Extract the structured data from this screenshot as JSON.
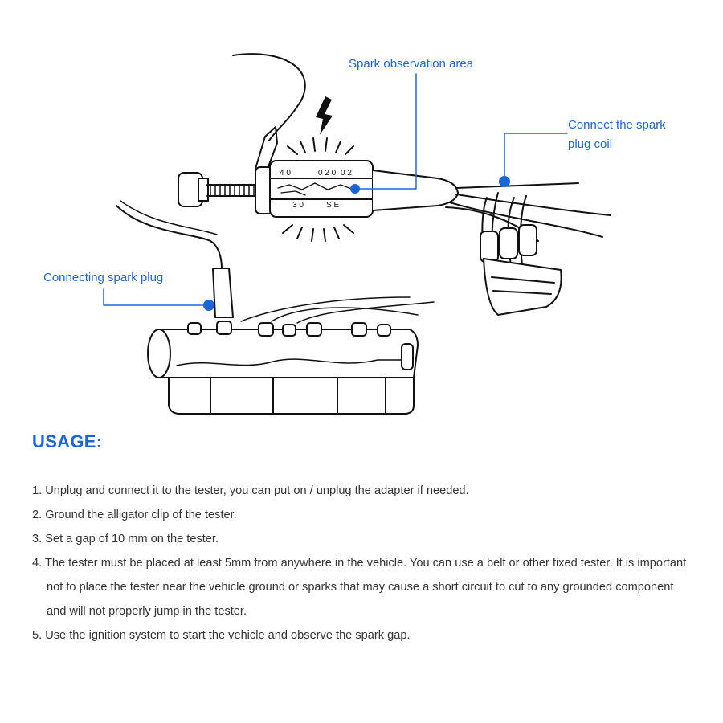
{
  "callouts": {
    "spark_observation": "Spark observation area",
    "coil_line1": "Connect the spark",
    "coil_line2": "plug coil",
    "spark_plug": "Connecting spark plug"
  },
  "tester_scale": {
    "top_left": "4 0",
    "top_mid": "0 2 0",
    "top_right": "0 2",
    "bottom_left": "3 0",
    "bottom_right": "S E"
  },
  "usage": {
    "heading": "USAGE:",
    "steps": [
      "1. Unplug and connect it to the tester, you can put on / unplug the adapter if needed.",
      "2. Ground the alligator clip of the tester.",
      "3. Set a gap of 10 mm on the tester.",
      "4. The tester must be placed at least 5mm from anywhere in the vehicle. You can use a belt or other fixed tester. It is important not to place the tester near the vehicle ground or sparks that may cause a short circuit to cut to any grounded component and will not properly jump in the tester.",
      "5. Use the ignition system to start the vehicle and observe the spark gap."
    ]
  },
  "colors": {
    "accent": "#1a66d6",
    "body_text": "#333333",
    "line_art": "#111111"
  }
}
